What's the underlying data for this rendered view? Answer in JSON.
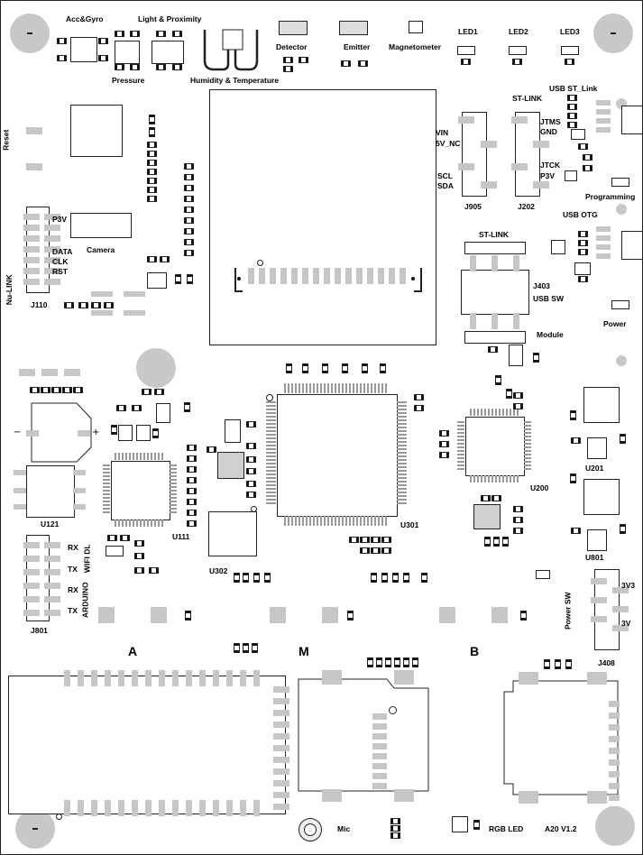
{
  "board": {
    "version": "A20 V1.2",
    "sections": {
      "a": "A",
      "m": "M",
      "b": "B"
    }
  },
  "labels": {
    "acc_gyro": "Acc&Gyro",
    "light_proximity": "Light & Proximity",
    "pressure": "Pressure",
    "humidity_temperature": "Humidity & Temperature",
    "detector": "Detector",
    "emitter": "Emitter",
    "magnetometer": "Magnetometer",
    "led1": "LED1",
    "led2": "LED2",
    "led3": "LED3",
    "usb_st_link": "USB ST_Link",
    "st_link_top": "ST-LINK",
    "jtms": "JTMS",
    "gnd": "GND",
    "jtck": "JTCK",
    "p3v_right": "P3V",
    "vin": "VIN",
    "v5_nc": "5V_NC",
    "scl": "SCL",
    "sda": "SDA",
    "j905": "J905",
    "j202": "J202",
    "programming": "Programming",
    "usb_otg": "USB OTG",
    "st_link_mid": "ST-LINK",
    "j403": "J403",
    "usb_sw": "USB SW",
    "module": "Module",
    "power": "Power",
    "reset": "Reset",
    "p3v_left": "P3V",
    "data": "DATA",
    "clk": "CLK",
    "rst": "RST",
    "camera": "Camera",
    "nu_link": "Nu-LINK",
    "j110": "J110",
    "u121": "U121",
    "u111": "U111",
    "u302": "U302",
    "u301": "U301",
    "u200": "U200",
    "u201": "U201",
    "u801": "U801",
    "rx1": "RX",
    "tx1": "TX",
    "wifi_dl": "WIFI DL",
    "rx2": "RX",
    "tx2": "TX",
    "arduino": "ARDUINO",
    "j801": "J801",
    "power_sw": "Power SW",
    "v3v3": "3V3",
    "v3v": "3V",
    "j408": "J408",
    "mic": "Mic",
    "rgb_led": "RGB LED"
  }
}
